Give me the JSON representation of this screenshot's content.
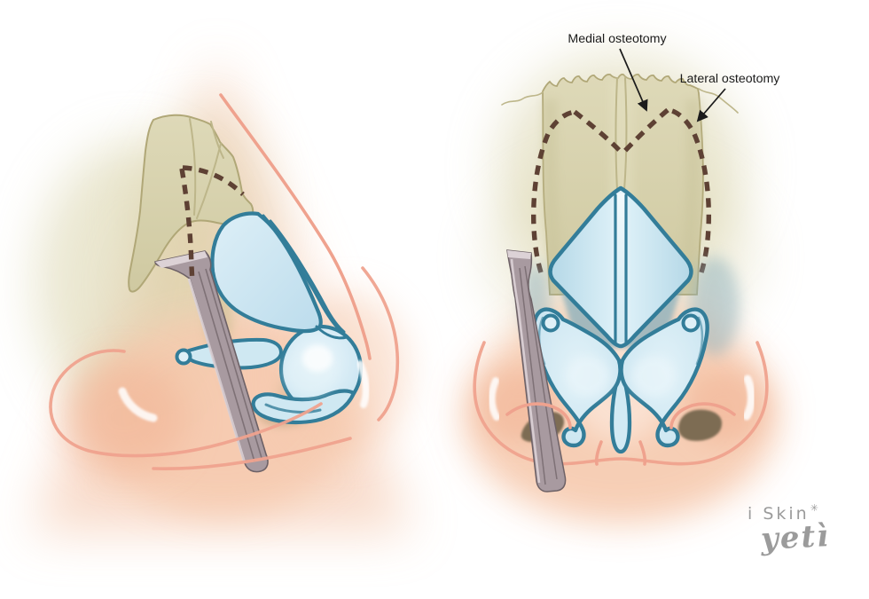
{
  "labels": {
    "medial_osteotomy": "Medial osteotomy",
    "lateral_osteotomy": "Lateral osteotomy"
  },
  "watermark": {
    "brand": "i Skin",
    "star": "✳",
    "signature": "yetì"
  },
  "palette": {
    "skinGlow": "#f7cdb4",
    "skinBlush": "#f2b394",
    "skinLine": "#efa28e",
    "boneFill": "#d8d3ae",
    "boneOutline": "#b0a777",
    "boneLine": "#bdb68a",
    "oliveGlow": "#d5cfa2",
    "cartilageFill": "#c8e3ef",
    "cartilageLight": "#e9f5fa",
    "cartilageOutline": "#337d99",
    "cartilageShadow": "#8fb2bd",
    "dashBrown": "#5e4134",
    "instrumentBody": "#a89aa0",
    "instrumentLight": "#dcd2d6",
    "instrumentDark": "#776a6f",
    "nostrilDark": "#7d6c52",
    "nostrilShadow": "#ab946d",
    "labelInk": "#1b1b1b",
    "watermark": "#9b9b9b",
    "background": "#ffffff"
  }
}
